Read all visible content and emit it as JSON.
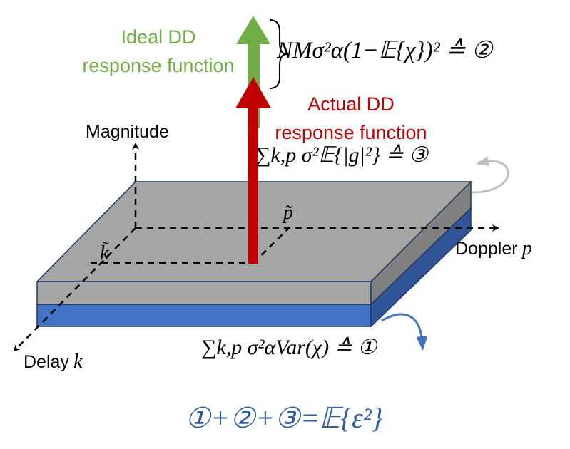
{
  "labels": {
    "ideal_line1": "Ideal DD",
    "ideal_line2": "response function",
    "actual_line1": "Actual DD",
    "actual_line2": "response function",
    "magnitude": "Magnitude",
    "doppler": "Doppler",
    "doppler_var": "p",
    "delay": "Delay",
    "delay_var": "k",
    "k_tilde": "k̃",
    "p_tilde": "p̃"
  },
  "equations": {
    "eq_ideal": "NMσ²α(1−𝔼{χ})² ≙ ②",
    "eq_actual": "∑k,p σ²𝔼{|g|²} ≙ ③",
    "eq_slab": "∑k,p σ²αVar(χ) ≙ ①",
    "eq_total": "①+②+③=𝔼{ε²}"
  },
  "colors": {
    "ideal": "#70ad47",
    "actual": "#c00000",
    "slab_top": "#a6a6a6",
    "slab_front": "#a6a6a6",
    "slab_side": "#808080",
    "slab_blue": "#4472c4",
    "slab_blue_side": "#2f5597",
    "edge": "#1f3864",
    "equation_blue": "#2e5c9e",
    "gray_arrow": "#bfbfbf",
    "blue_arrow": "#4472c4"
  }
}
